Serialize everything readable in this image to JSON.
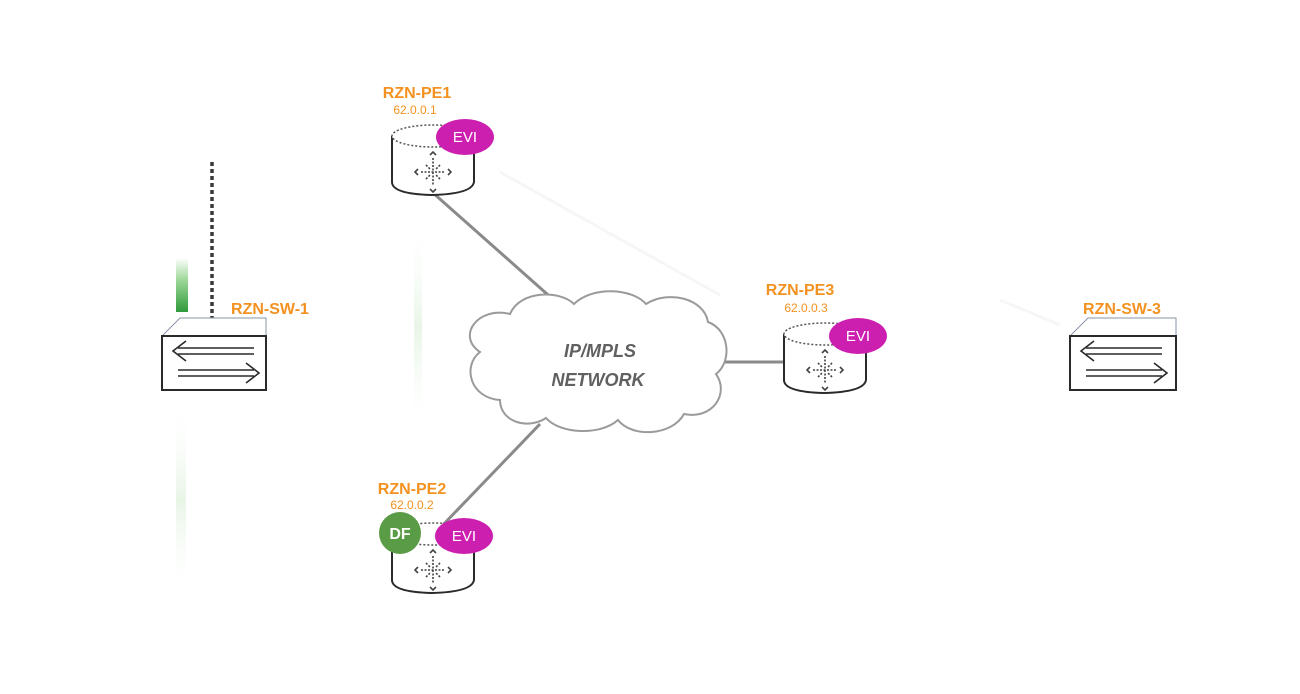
{
  "nodes": {
    "pe1": {
      "name": "RZN-PE1",
      "ip": "62.0.0.1",
      "badge": "EVI"
    },
    "pe2": {
      "name": "RZN-PE2",
      "ip": "62.0.0.2",
      "badge": "EVI",
      "df": "DF"
    },
    "pe3": {
      "name": "RZN-PE3",
      "ip": "62.0.0.3",
      "badge": "EVI"
    },
    "sw1": {
      "name": "RZN-SW-1"
    },
    "sw3": {
      "name": "RZN-SW-3"
    }
  },
  "cloud": {
    "line1": "IP/MPLS",
    "line2": "NETWORK"
  },
  "colors": {
    "label": "#f39221",
    "evi": "#cc1fb0",
    "df": "#5a9b45",
    "link": "#8a8a8a",
    "access_link": "#333333"
  }
}
